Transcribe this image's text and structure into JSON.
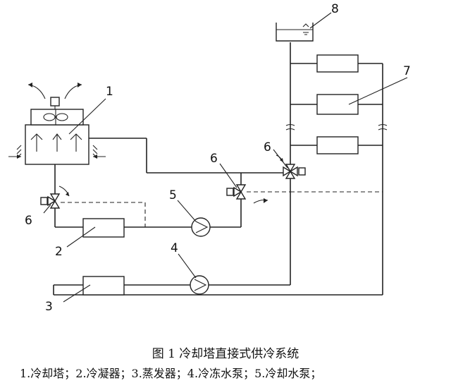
{
  "labels": {
    "l1": "1",
    "l2": "2",
    "l3": "3",
    "l4": "4",
    "l5": "5",
    "l6a": "6",
    "l6b": "6",
    "l6c": "6",
    "l7": "7",
    "l8": "8"
  },
  "caption": {
    "title": "图 1 冷却塔直接式供冷系统",
    "legend": "1.冷却塔；2.冷凝器；3.蒸发器；4.冷冻水泵；5.冷却水泵；"
  }
}
